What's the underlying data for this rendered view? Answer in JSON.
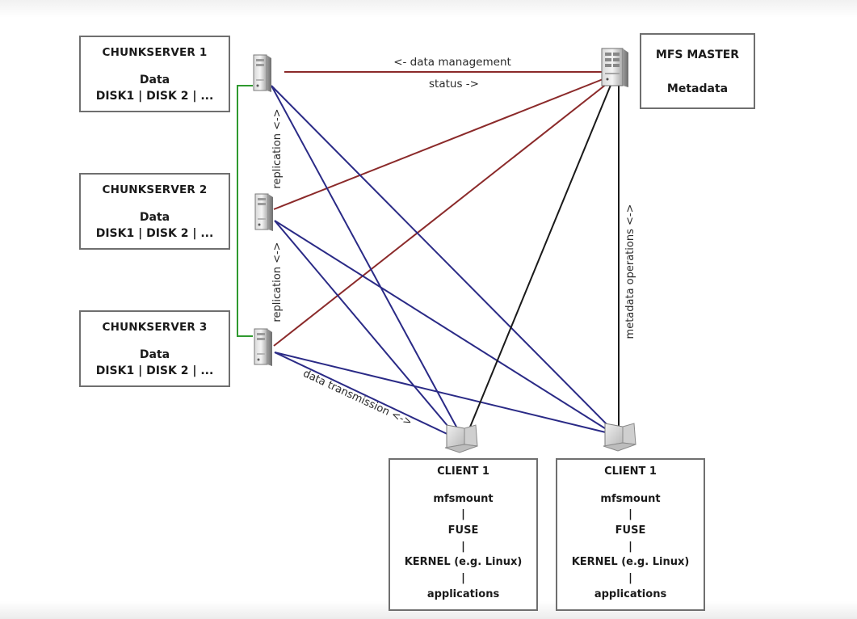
{
  "chunkservers": [
    {
      "title": "CHUNKSERVER 1",
      "content": "Data",
      "disks": "DISK1 | DISK 2 | ..."
    },
    {
      "title": "CHUNKSERVER 2",
      "content": "Data",
      "disks": "DISK1 | DISK 2 | ..."
    },
    {
      "title": "CHUNKSERVER 3",
      "content": "Data",
      "disks": "DISK1 | DISK 2 | ..."
    }
  ],
  "master": {
    "title": "MFS MASTER",
    "content": "Metadata"
  },
  "clients": [
    {
      "title": "CLIENT 1",
      "lines": [
        "mfsmount",
        "|",
        "FUSE",
        "|",
        "KERNEL (e.g. Linux)",
        "|",
        "applications"
      ]
    },
    {
      "title": "CLIENT 1",
      "lines": [
        "mfsmount",
        "|",
        "FUSE",
        "|",
        "KERNEL (e.g. Linux)",
        "|",
        "applications"
      ]
    }
  ],
  "labels": {
    "data_management": "<- data management",
    "status": "status ->",
    "replication_1": "replication <->",
    "replication_2": "replication <->",
    "metadata_operations": "metadata operations <->",
    "data_transmission": "data transmission <->"
  },
  "colors": {
    "management_line": "#8b2a2a",
    "data_line": "#2a2a86",
    "metadata_line": "#1a1a1a",
    "replication_line": "#2f9a2f",
    "box_border": "#6f6f6f",
    "text": "#1a1a1a"
  },
  "icons": [
    "server-icon",
    "master-server-icon",
    "client-computer-icon"
  ]
}
